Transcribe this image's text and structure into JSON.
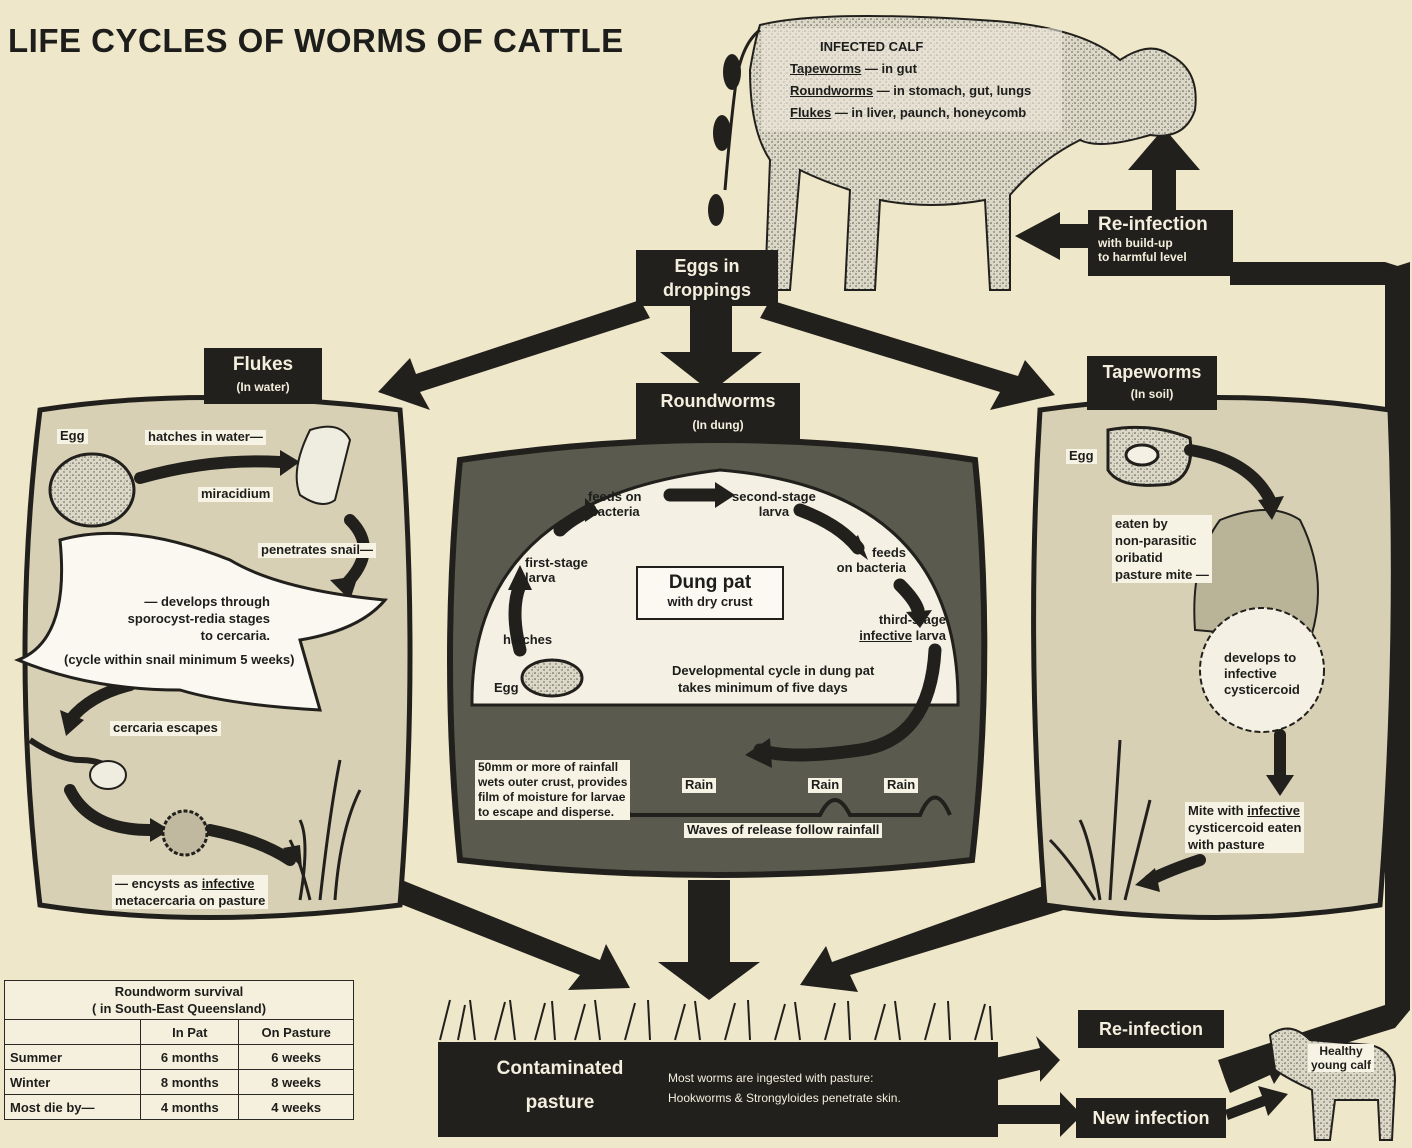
{
  "title": "LIFE CYCLES OF WORMS OF CATTLE",
  "calf": {
    "heading": "INFECTED CALF",
    "tapeworms_name": "Tapeworms",
    "tapeworms_text": "— in gut",
    "roundworms_name": "Roundworms",
    "roundworms_text": "— in stomach, gut, lungs",
    "flukes_name": "Flukes",
    "flukes_text": "— in liver, paunch, honeycomb"
  },
  "reinfection_top": {
    "title": "Re-infection",
    "line1": "with build-up",
    "line2": "to harmful level"
  },
  "eggs": {
    "line1": "Eggs in",
    "line2": "droppings"
  },
  "flukes": {
    "title": "Flukes",
    "subtitle": "(In water)",
    "egg": "Egg",
    "hatches": "hatches in water—",
    "miracidium": "miracidium",
    "penetrates": "penetrates snail—",
    "develops1": "— develops through",
    "develops2": "sporocyst-redia stages",
    "develops3": "to cercaria.",
    "cycle": "(cycle within snail minimum 5 weeks)",
    "cercaria": "cercaria escapes",
    "encysts1": "— encysts as",
    "encysts_infective": "infective",
    "encysts2": "metacercaria on pasture"
  },
  "roundworms": {
    "title": "Roundworms",
    "subtitle": "(In dung)",
    "feeds1a": "feeds on",
    "feeds1b": "bacteria",
    "second_a": "second-stage",
    "second_b": "larva",
    "feeds2a": "feeds",
    "feeds2b": "on bacteria",
    "first_a": "first-stage",
    "first_b": "larva",
    "dung_title": "Dung pat",
    "dung_sub": "with dry crust",
    "third_a": "third-stage",
    "third_infective": "infective",
    "third_b": "larva",
    "hatches": "hatches",
    "egg": "Egg",
    "dev1": "Developmental cycle in dung pat",
    "dev2": "takes minimum of five days",
    "rain_note1": "50mm or more of rainfall",
    "rain_note2": "wets outer crust, provides",
    "rain_note3": "film of moisture for larvae",
    "rain_note4": "to escape and disperse.",
    "rain": "Rain",
    "waves": "Waves of release follow rainfall"
  },
  "tapeworms": {
    "title": "Tapeworms",
    "subtitle": "(In soil)",
    "egg": "Egg",
    "eaten1": "eaten by",
    "eaten2": "non-parasitic",
    "eaten3": "oribatid",
    "eaten4": "pasture mite —",
    "dev1": "develops to",
    "dev2": "infective",
    "dev3": "cysticercoid",
    "mite1": "Mite with",
    "mite_infective": "infective",
    "mite2": "cysticercoid eaten",
    "mite3": "with pasture"
  },
  "survival_table": {
    "title1": "Roundworm survival",
    "title2": "( in South-East Queensland)",
    "columns": [
      "",
      "In Pat",
      "On Pasture"
    ],
    "rows": [
      [
        "Summer",
        "6 months",
        "6 weeks"
      ],
      [
        "Winter",
        "8 months",
        "8 weeks"
      ],
      [
        "Most die by—",
        "4 months",
        "4 weeks"
      ]
    ]
  },
  "pasture": {
    "title1": "Contaminated",
    "title2": "pasture",
    "note1": "Most worms are ingested with pasture:",
    "note2": "Hookworms & Strongyloides penetrate skin."
  },
  "reinfection_bottom": "Re-infection",
  "new_infection": "New infection",
  "healthy_calf": {
    "line1": "Healthy",
    "line2": "young calf"
  },
  "colors": {
    "dark": "#22201c",
    "paper": "#efe7c9",
    "panel": "#d9d2b6",
    "dung": "#57584c"
  }
}
